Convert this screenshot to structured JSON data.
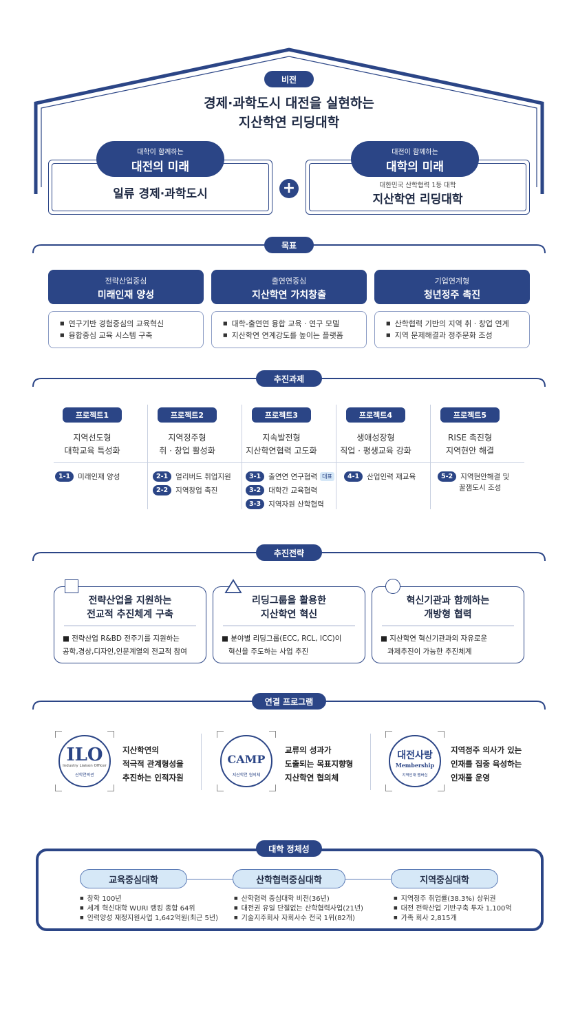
{
  "vision": {
    "label": "비전",
    "headline": [
      "경제·과학도시 대전을 실현하는",
      "지산학연 리딩대학"
    ],
    "left": {
      "small": "대학이 함께하는",
      "big": "대전의 미래",
      "body": "일류 경제·과학도시"
    },
    "right": {
      "small": "대전이 함께하는",
      "big": "대학의 미래",
      "sub": "대한민국 산학협력 1등 대학",
      "body": "지산학연 리딩대학"
    },
    "plus": "+"
  },
  "goals": {
    "label": "목표",
    "items": [
      {
        "small": "전략산업중심",
        "big": "미래인재 양성",
        "bullets": [
          "연구기반 경험중심의 교육혁신",
          "융합중심 교육 시스템 구축"
        ]
      },
      {
        "small": "출연연중심",
        "big": "지산학연 가치창출",
        "bullets": [
          "대학-출연연 융합 교육 · 연구 모델",
          "지산학연 연계강도를 높이는 플랫폼"
        ]
      },
      {
        "small": "기업연계형",
        "big": "청년정주 촉진",
        "bullets": [
          "산학협력 기반의 지역 취 · 창업 연계",
          "지역 문제해결과 정주문화 조성"
        ]
      }
    ]
  },
  "tasks": {
    "label": "추진과제",
    "projects": [
      {
        "label": "프로젝트1",
        "title": [
          "지역선도형",
          "대학교육 특성화"
        ],
        "items": [
          {
            "tag": "1-1",
            "text": "미래인재 양성"
          }
        ]
      },
      {
        "label": "프로젝트2",
        "title": [
          "지역정주형",
          "취 · 창업 활성화"
        ],
        "items": [
          {
            "tag": "2-1",
            "text": "얼리버드 취업지원"
          },
          {
            "tag": "2-2",
            "text": "지역창업 촉진"
          }
        ]
      },
      {
        "label": "프로젝트3",
        "title": [
          "지속발전형",
          "지산학연협력 고도화"
        ],
        "items": [
          {
            "tag": "3-1",
            "text": "출연연 연구협력",
            "badge": "대표"
          },
          {
            "tag": "3-2",
            "text": "대학간 교육협력"
          },
          {
            "tag": "3-3",
            "text": "지역자원 산학협력"
          }
        ]
      },
      {
        "label": "프로젝트4",
        "title": [
          "생애성장형",
          "직업 · 평생교육 강화"
        ],
        "items": [
          {
            "tag": "4-1",
            "text": "산업인력 재교육"
          }
        ]
      },
      {
        "label": "프로젝트5",
        "title": [
          "RISE 촉진형",
          "지역현안 해결"
        ],
        "items": [
          {
            "tag": "5-2",
            "text": "지역현안해결 및"
          }
        ],
        "extra": "꿀잼도시 조성"
      }
    ]
  },
  "strategy": {
    "label": "추진전략",
    "items": [
      {
        "title": [
          "전략산업을 지원하는",
          "전교적 추진체계 구축"
        ],
        "text": [
          "전략산업 R&BD 전주기를 지원하는",
          "공학,경상,디자인,인문계열의 전교적 참여"
        ]
      },
      {
        "title": [
          "리딩그룹을 활용한",
          "지산학연 혁신"
        ],
        "text": [
          "분야별 리딩그룹(ECC, RCL, ICC)이",
          "혁신을 주도하는 사업 추진"
        ]
      },
      {
        "title": [
          "혁신기관과 함께하는",
          "개방형 협력"
        ],
        "text": [
          "지산학연 혁신기관과의 자유로운",
          "과제추진이 가능한 추진체계"
        ]
      }
    ]
  },
  "programs": {
    "label": "연결 프로그램",
    "items": [
      {
        "logo": "ILO",
        "logo_sub": "Industry Liaison Officer",
        "logo_kr": "산학연락관",
        "text": [
          "지산학연의",
          "적극적 관계형성을",
          "추진하는 인적자원"
        ]
      },
      {
        "logo": "CAMP",
        "logo_kr": "지산학연 협의체",
        "text": [
          "교류의 성과가",
          "도출되는 목표지향형",
          "지산학연 협의체"
        ]
      },
      {
        "logo": "대전사랑",
        "logo_sub": "Membership",
        "logo_kr": "지역인재 멤버십",
        "text": [
          "지역정주 의사가 있는",
          "인재를 집중 육성하는",
          "인재풀 운영"
        ]
      }
    ]
  },
  "identity": {
    "label": "대학 정체성",
    "items": [
      {
        "title": "교육중심대학",
        "bullets": [
          "창학 100년",
          "세계 혁신대학 WURI 랭킹 종합 64위",
          "인력양성 재정지원사업 1,642억원(최근 5년)"
        ]
      },
      {
        "title": "산학협력중심대학",
        "bullets": [
          "산학협력 중심대학 비전(36년)",
          "대전권 유일 단절없는 산학협력사업(21년)",
          "기술지주회사 자회사수 전국 1위(82개)"
        ]
      },
      {
        "title": "지역중심대학",
        "bullets": [
          "지역정주 취업률(38.3%) 상위권",
          "대전 전략산업 기반구축 투자 1,100억",
          "가족 회사 2,815개"
        ]
      }
    ]
  }
}
